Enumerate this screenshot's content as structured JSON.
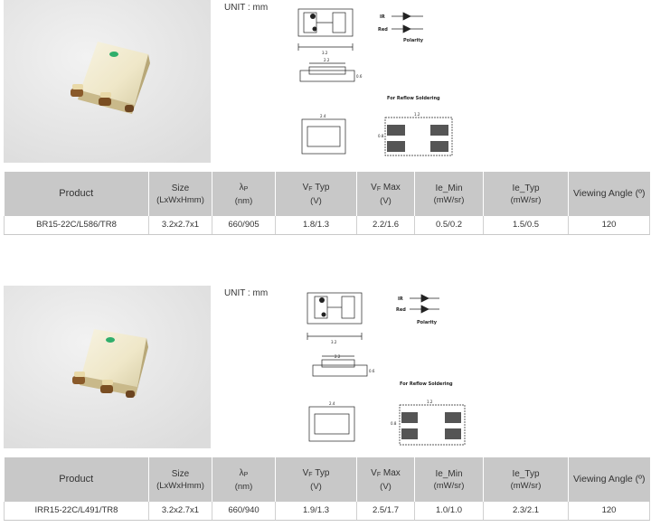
{
  "columns": {
    "product": "Product",
    "size_top": "Size",
    "size_sub": "(LxWxHmm)",
    "lambda_sym": "λ",
    "lambda_sub": "P",
    "lambda_unit": "(nm)",
    "vf_sym": "V",
    "vf_sub": "F",
    "vf_typ_word": "Typ",
    "vf_max_word": "Max",
    "vf_unit": "(V)",
    "ie_min": "Ie_Min",
    "ie_typ": "Ie_Typ",
    "ie_unit": "(mW/sr)",
    "viewing": "Viewing Angle (º)"
  },
  "drawing_labels": {
    "polarity": "Polarity",
    "reflow": "For Reflow Soldering",
    "ir": "IR",
    "red": "Red",
    "dim_32": "3.2",
    "dim_22": "2.2",
    "dim_24": "2.4",
    "dim_06": "0.6",
    "dim_12": "1.2",
    "dim_08": "0.8"
  },
  "blocks": [
    {
      "unit": "UNIT : mm",
      "row": {
        "product": "BR15-22C/L586/TR8",
        "size": "3.2x2.7x1",
        "lambda": "660/905",
        "vf_typ": "1.8/1.3",
        "vf_max": "2.2/1.6",
        "ie_min": "0.5/0.2",
        "ie_typ": "1.5/0.5",
        "viewing": "120"
      }
    },
    {
      "unit": "UNIT : mm",
      "row": {
        "product": "IRR15-22C/L491/TR8",
        "size": "3.2x2.7x1",
        "lambda": "660/940",
        "vf_typ": "1.9/1.3",
        "vf_max": "2.5/1.7",
        "ie_min": "1.0/1.0",
        "ie_typ": "2.3/2.1",
        "viewing": "120"
      }
    }
  ]
}
